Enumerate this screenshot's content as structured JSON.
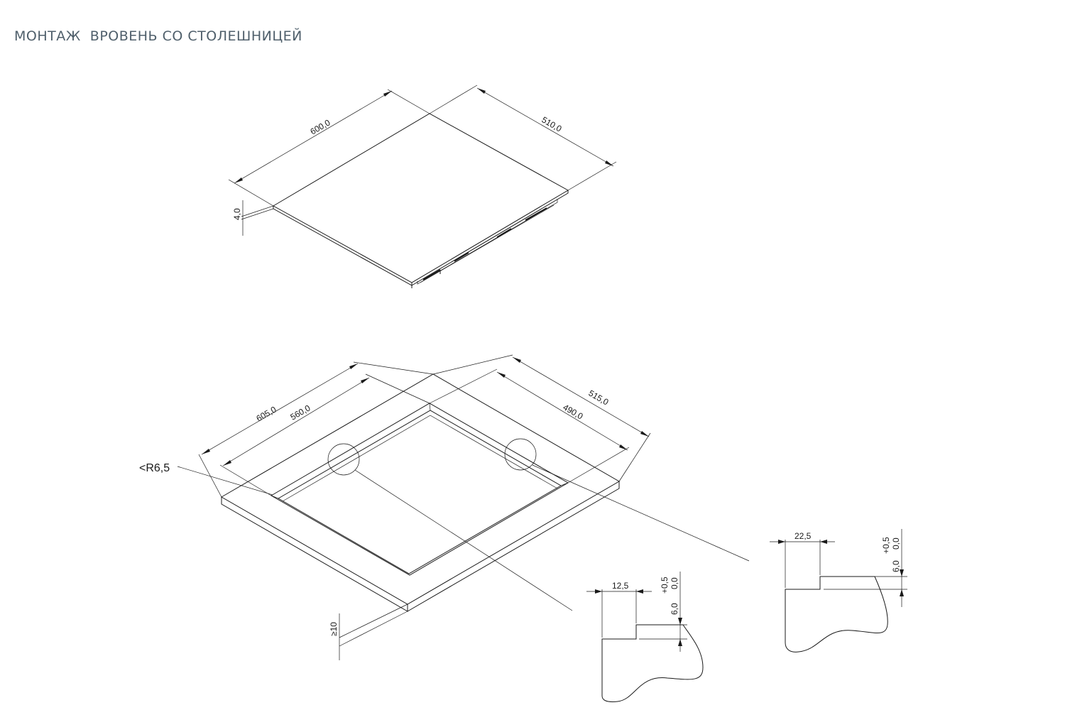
{
  "title": "МОНТАЖ  ВРОВЕНЬ СО СТОЛЕШНИЦЕЙ",
  "hob": {
    "width": "600,0",
    "depth": "510,0",
    "thickness": "4,0"
  },
  "cutout": {
    "outer_width": "605,0",
    "inner_width": "560,0",
    "outer_depth": "515,0",
    "inner_depth": "490,0",
    "radius": "<R6,5",
    "worktop_min": "≥10"
  },
  "detail_left": {
    "step": "12,5",
    "depth": "6,0",
    "tol_plus": "+0,5",
    "tol_zero": "0,0"
  },
  "detail_right": {
    "step": "22,5",
    "depth": "6,0",
    "tol_plus": "+0,5",
    "tol_zero": "0,0"
  }
}
